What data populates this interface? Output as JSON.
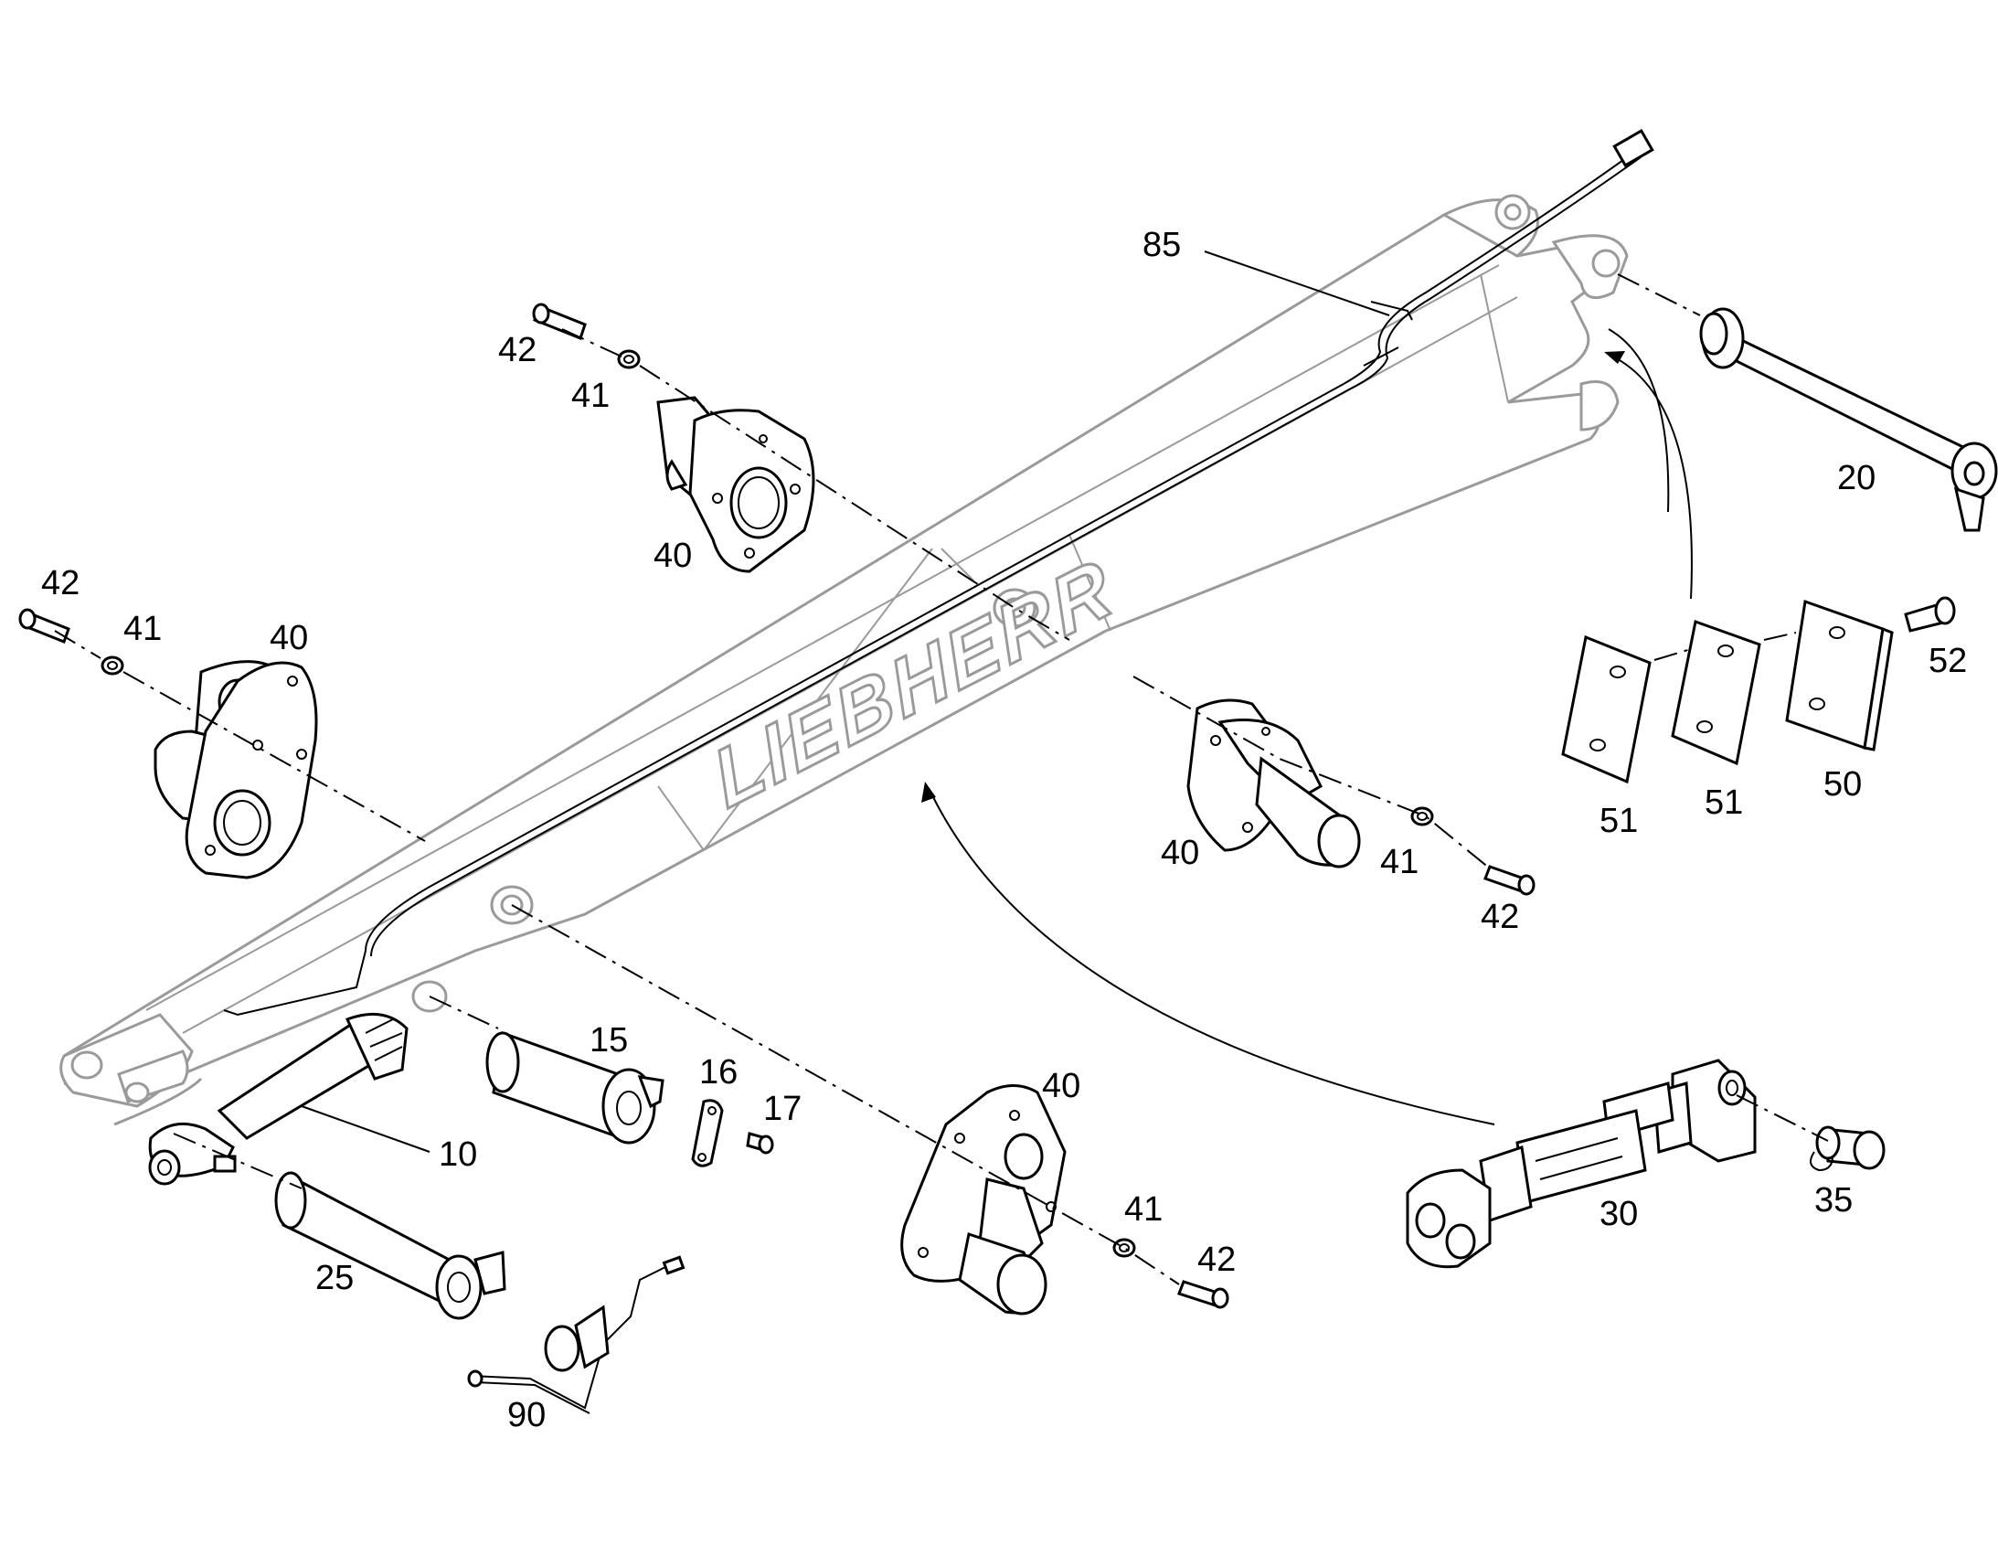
{
  "brand": {
    "logo_text": "LIEBHERR"
  },
  "labels": {
    "l85": "85",
    "l42_top": "42",
    "l41_top": "41",
    "l40_top": "40",
    "l42_left": "42",
    "l41_left": "41",
    "l40_left": "40",
    "l20": "20",
    "l52": "52",
    "l51_a": "51",
    "l51_b": "51",
    "l50": "50",
    "l40_mid": "40",
    "l41_mid": "41",
    "l42_mid": "42",
    "l15": "15",
    "l16": "16",
    "l17": "17",
    "l10": "10",
    "l40_bot": "40",
    "l41_bot": "41",
    "l42_bot": "42",
    "l25": "25",
    "l30": "30",
    "l35": "35",
    "l90": "90"
  }
}
